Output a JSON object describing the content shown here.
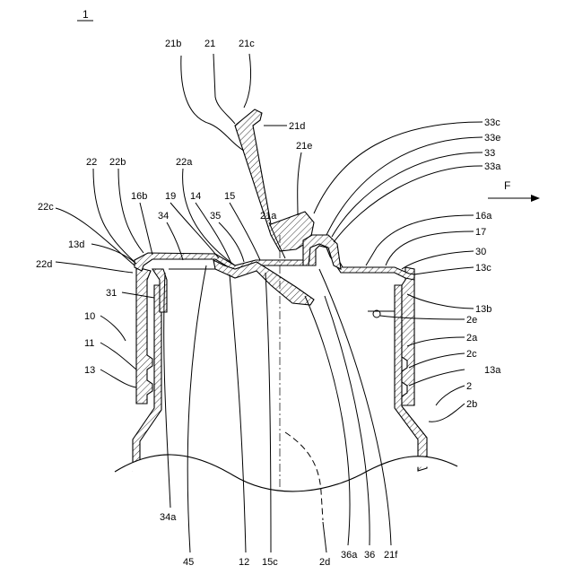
{
  "figure_label": "1",
  "direction_label": "F",
  "labels": {
    "l_21b": "21b",
    "l_21": "21",
    "l_21c": "21c",
    "l_21d": "21d",
    "l_21e": "21e",
    "l_33c": "33c",
    "l_33e": "33e",
    "l_33": "33",
    "l_33a": "33a",
    "l_22": "22",
    "l_22b": "22b",
    "l_22a": "22a",
    "l_22c": "22c",
    "l_16b": "16b",
    "l_19": "19",
    "l_14": "14",
    "l_15": "15",
    "l_34": "34",
    "l_35": "35",
    "l_21a": "21a",
    "l_16a": "16a",
    "l_13d": "13d",
    "l_17": "17",
    "l_30": "30",
    "l_22d": "22d",
    "l_13c": "13c",
    "l_31": "31",
    "l_13b": "13b",
    "l_10": "10",
    "l_2e": "2e",
    "l_2a": "2a",
    "l_11": "11",
    "l_2c": "2c",
    "l_13": "13",
    "l_13a": "13a",
    "l_2": "2",
    "l_2b": "2b",
    "l_34a": "34a",
    "l_45": "45",
    "l_12": "12",
    "l_15c": "15c",
    "l_2d": "2d",
    "l_36a": "36a",
    "l_36": "36",
    "l_21f": "21f"
  }
}
